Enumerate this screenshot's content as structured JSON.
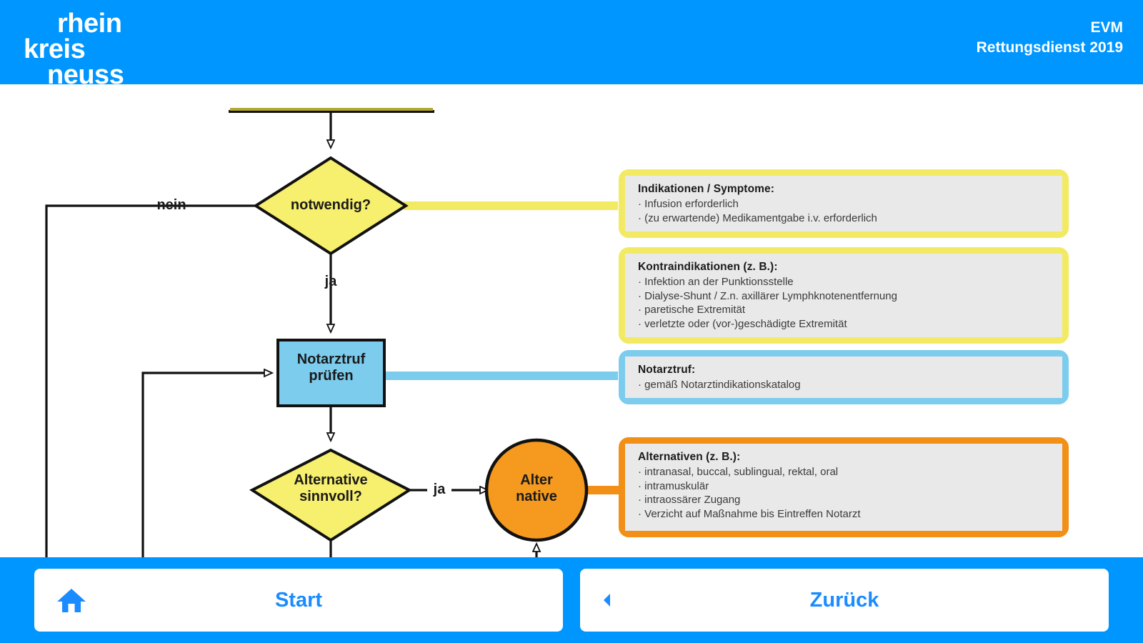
{
  "header": {
    "logo": {
      "line1": "rhein",
      "line2": "kreis",
      "line3": "neuss"
    },
    "title": "EVM",
    "subtitle": "Rettungsdienst 2019",
    "bg_color": "#0096ff"
  },
  "flow": {
    "nodes": [
      {
        "id": "notwendig",
        "label": "notwendig?",
        "shape": "diamond",
        "fill": "#f7ef6e"
      },
      {
        "id": "notarztruf",
        "label": "Notarztruf\nprüfen",
        "shape": "rect",
        "fill": "#7cccee"
      },
      {
        "id": "alternative",
        "label": "Alternative\nsinnvoll?",
        "shape": "diamond",
        "fill": "#f7ef6e"
      },
      {
        "id": "alt-circle",
        "label": "Alter\nnative",
        "shape": "circle",
        "fill": "#f59a1e"
      }
    ],
    "node_labels": {
      "notwendig": "notwendig?",
      "notarztruf_l1": "Notarztruf",
      "notarztruf_l2": "prüfen",
      "alternative_l1": "Alternative",
      "alternative_l2": "sinnvoll?",
      "altcircle_l1": "Alter",
      "altcircle_l2": "native"
    },
    "edge_labels": {
      "nein": "nein",
      "ja_down": "ja",
      "ja_right": "ja"
    }
  },
  "info_boxes": [
    {
      "id": "indikationen",
      "accent": "#f2ea62",
      "title": "Indikationen / Symptome:",
      "lines": [
        "· Infusion erforderlich",
        "· (zu erwartende) Medikamentgabe i.v. erforderlich"
      ]
    },
    {
      "id": "kontraindikationen",
      "accent": "#f2ea62",
      "title": "Kontraindikationen (z. B.):",
      "lines": [
        "· Infektion an der Punktionsstelle",
        "· Dialyse-Shunt / Z.n. axillärer Lymphknotenentfernung",
        "· paretische Extremität",
        "· verletzte oder (vor-)geschädigte Extremität"
      ]
    },
    {
      "id": "notarztruf",
      "accent": "#7cccee",
      "title": "Notarztruf:",
      "lines": [
        "· gemäß Notarztindikationskatalog"
      ]
    },
    {
      "id": "alternativen",
      "accent": "#f18f16",
      "title": "Alternativen (z. B.):",
      "lines": [
        "· intranasal, buccal, sublingual, rektal, oral",
        "· intramuskulär",
        "· intraossärer Zugang",
        "· Verzicht auf Maßnahme bis Eintreffen Notarzt"
      ]
    }
  ],
  "footer": {
    "start_label": "Start",
    "start_icon": "home-icon",
    "back_label": "Zurück",
    "back_icon": "triangle-left-icon",
    "bg_color": "#0096ff",
    "button_text_color": "#1a8cff"
  }
}
